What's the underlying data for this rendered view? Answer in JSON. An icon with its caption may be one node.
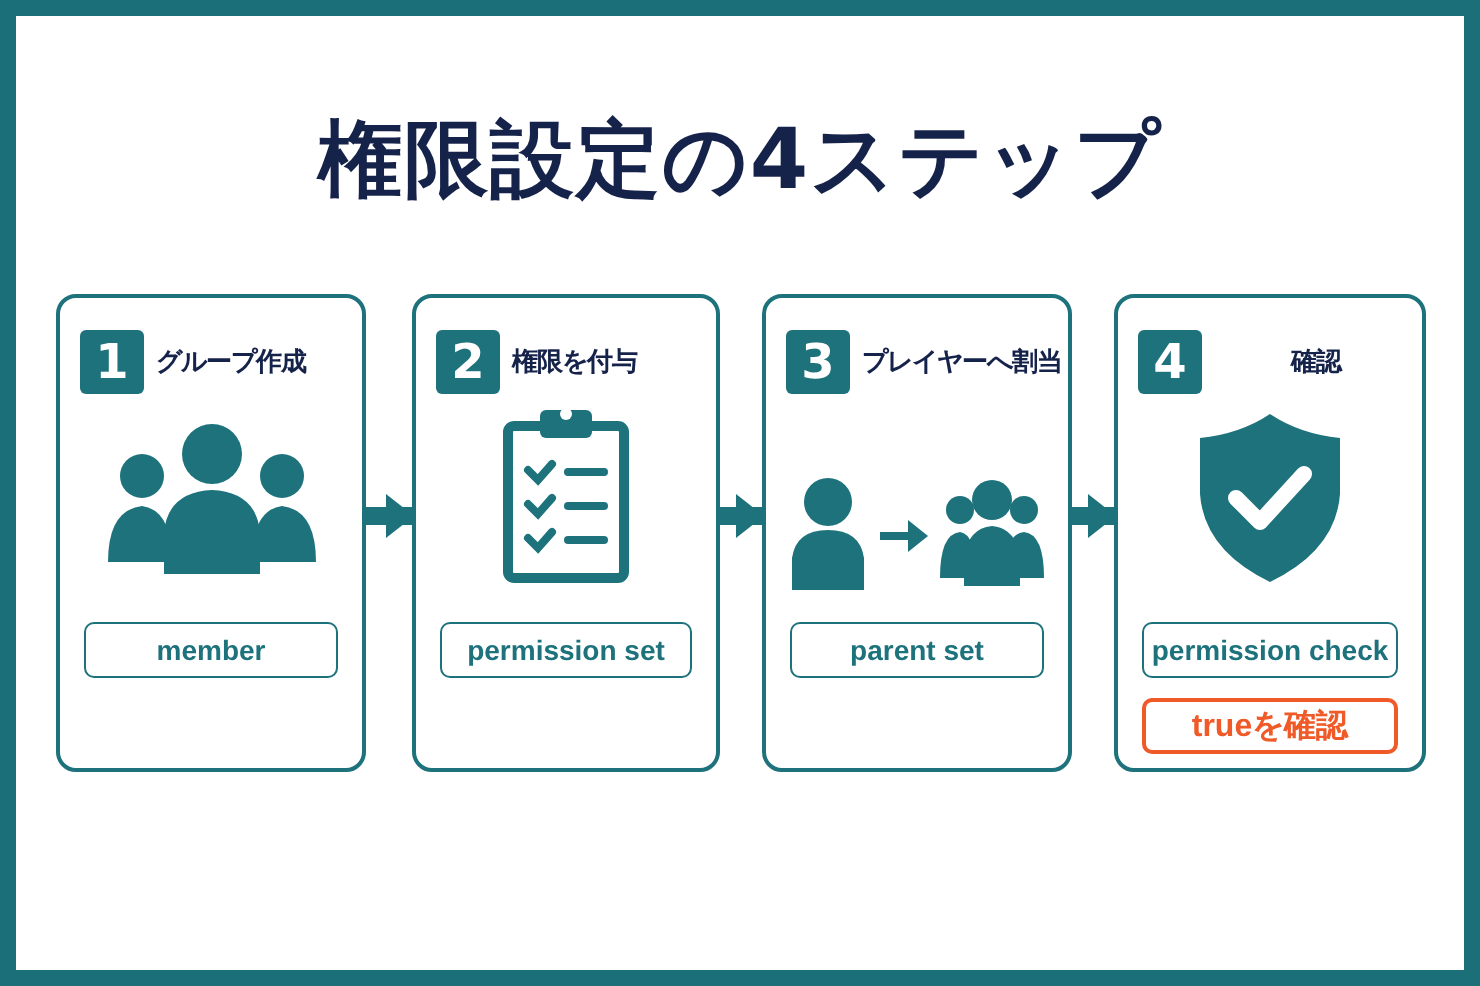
{
  "diagram": {
    "title": "権限設定の4ステップ",
    "nodes": [
      {
        "text": [
          "グループ作成"
        ]
      },
      {
        "text": [
          "1"
        ],
        "in": 0
      },
      {
        "text": [
          "member"
        ],
        "in": 0
      },
      {
        "text": [
          "権限を付与"
        ]
      },
      {
        "text": [
          "2"
        ],
        "in": 3
      },
      {
        "text": [
          "permission set"
        ],
        "in": 3
      },
      {
        "text": [
          "プレイヤーへ割当"
        ]
      },
      {
        "text": [
          "3"
        ],
        "in": 6
      },
      {
        "text": [
          "parent set"
        ],
        "in": 6
      },
      {
        "text": [
          "確認"
        ]
      },
      {
        "text": [
          "4"
        ],
        "in": 9
      },
      {
        "text": [
          "permission check"
        ],
        "in": 9
      },
      {
        "text": [
          "trueを確認"
        ],
        "in": 9
      }
    ],
    "edges": [
      {
        "from": 0,
        "to": 3,
        "arrow": "to"
      },
      {
        "from": 3,
        "to": 6,
        "arrow": "to"
      },
      {
        "from": 6,
        "to": 9,
        "arrow": "to"
      }
    ]
  }
}
